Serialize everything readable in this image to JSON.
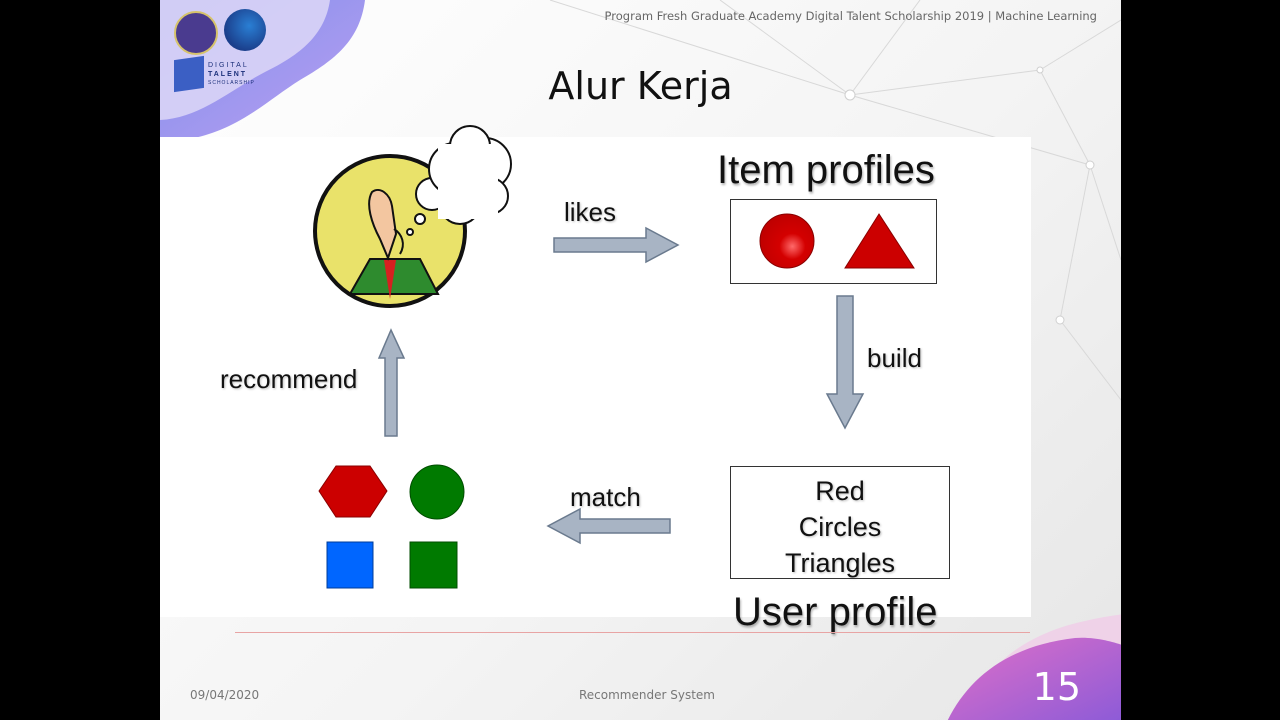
{
  "header": {
    "program_text": "Program Fresh Graduate Academy Digital Talent Scholarship 2019 | Machine Learning",
    "logo_text_line1": "DIGITAL",
    "logo_text_line2": "TALENT",
    "logo_text_line3": "SCHOLARSHIP"
  },
  "title": "Alur Kerja",
  "diagram": {
    "likes_label": "likes",
    "item_profiles_label": "Item profiles",
    "build_label": "build",
    "user_profile_label": "User profile",
    "user_profile_lines": [
      "Red",
      "Circles",
      "Triangles"
    ],
    "match_label": "match",
    "recommend_label": "recommend",
    "colors": {
      "red": "#cc0000",
      "green": "#007a00",
      "blue": "#0066ff",
      "arrow": "#a8b4c4"
    }
  },
  "footer": {
    "date": "09/04/2020",
    "center_text": "Recommender System",
    "page_number": "15"
  }
}
